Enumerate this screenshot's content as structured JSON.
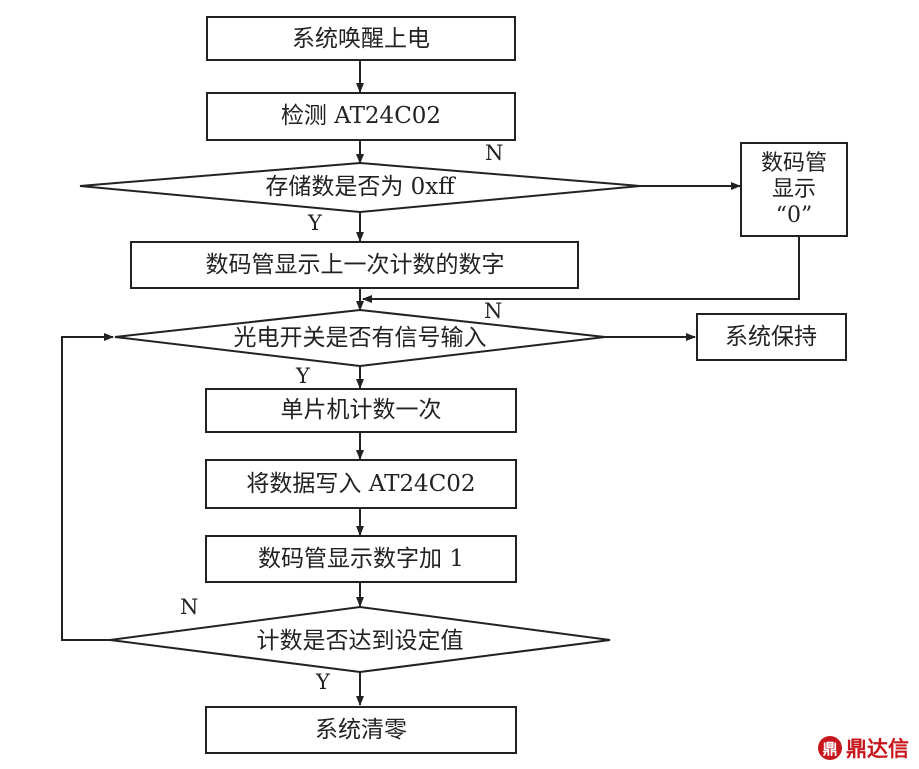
{
  "flowchart": {
    "nodes": {
      "wake": "系统唤醒上电",
      "detect": "检测 AT24C02",
      "check_storage": "存储数是否为 0xff",
      "display_zero_line1": "数码管",
      "display_zero_line2": "显示",
      "display_zero_line3": "“0”",
      "display_last": "数码管显示上一次计数的数字",
      "check_signal": "光电开关是否有信号输入",
      "system_hold": "系统保持",
      "count_once": "单片机计数一次",
      "write_data": "将数据写入 AT24C02",
      "display_plus": "数码管显示数字加 1",
      "check_target": "计数是否达到设定值",
      "system_clear": "系统清零"
    },
    "labels": {
      "storage_no": "N",
      "storage_yes": "Y",
      "signal_no": "N",
      "signal_yes": "Y",
      "target_no": "N",
      "target_yes": "Y"
    }
  },
  "watermark": {
    "logo": "鼎",
    "text": "鼎达信"
  },
  "colors": {
    "line": "#222222",
    "background": "#ffffff",
    "watermark": "#c8161d"
  }
}
